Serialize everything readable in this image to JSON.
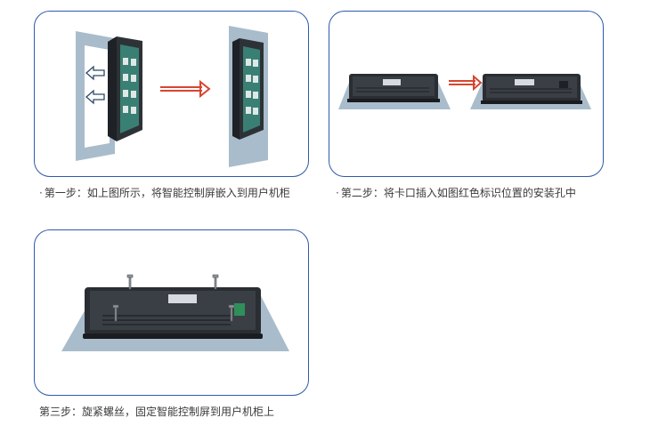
{
  "steps": [
    {
      "bullet": "·",
      "caption": "第一步：如上图所示，将智能控制屏嵌入到用户机柜"
    },
    {
      "bullet": "·",
      "caption": "第二步：将卡口插入如图红色标识位置的安装孔中"
    },
    {
      "bullet": "",
      "caption": "第三步：旋紧螺丝，固定智能控制屏到用户机柜上"
    }
  ],
  "colors": {
    "card_border": "#2f5aa8",
    "cabinet_panel": "#9fb5c4",
    "device_body": "#2c2f34",
    "arrow_red": "#d8452f"
  }
}
